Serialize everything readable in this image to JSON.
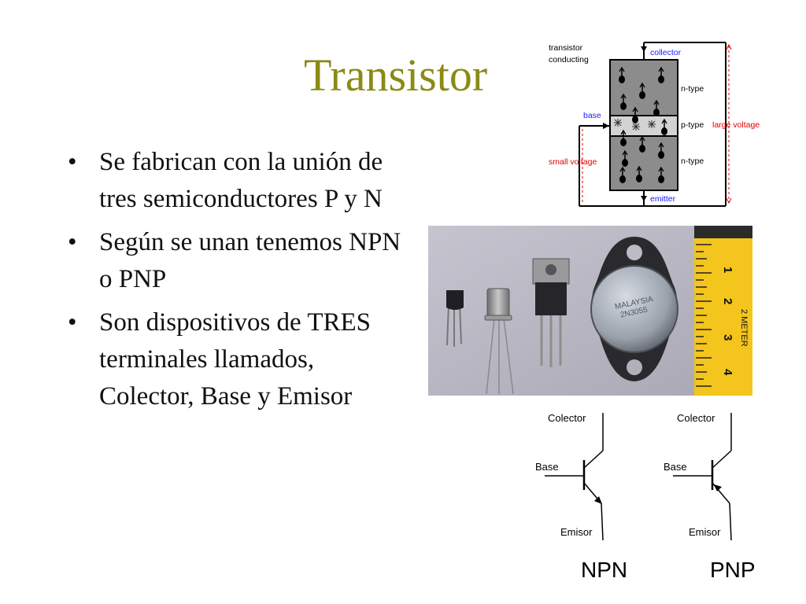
{
  "slide": {
    "title": "Transistor",
    "bullets": [
      "Se fabrican con la unión de tres semiconductores P y N",
      "Según se unan tenemos NPN o PNP",
      "Son dispositivos de TRES terminales llamados, Colector, Base y Emisor"
    ]
  },
  "conduction_diagram": {
    "heading_line1": "transistor",
    "heading_line2": "conducting",
    "collector": "collector",
    "emitter": "emitter",
    "base": "base",
    "n_type_top": "n-type",
    "p_type": "p-type",
    "n_type_bottom": "n-type",
    "large_voltage": "large voltage",
    "small_voltage": "small voltage"
  },
  "photo": {
    "case_marking_1": "MALAYSIA",
    "case_marking_2": "2N3055",
    "ruler_numbers": [
      "1",
      "2",
      "3",
      "4"
    ],
    "ruler_label": "2 METER"
  },
  "symbols": {
    "npn": {
      "collector": "Colector",
      "base": "Base",
      "emitter": "Emisor",
      "name": "NPN"
    },
    "pnp": {
      "collector": "Colector",
      "base": "Base",
      "emitter": "Emisor",
      "name": "PNP"
    }
  },
  "colors": {
    "title": "#8a8a15",
    "label_blue": "#1a1aff",
    "label_red": "#e00000"
  }
}
